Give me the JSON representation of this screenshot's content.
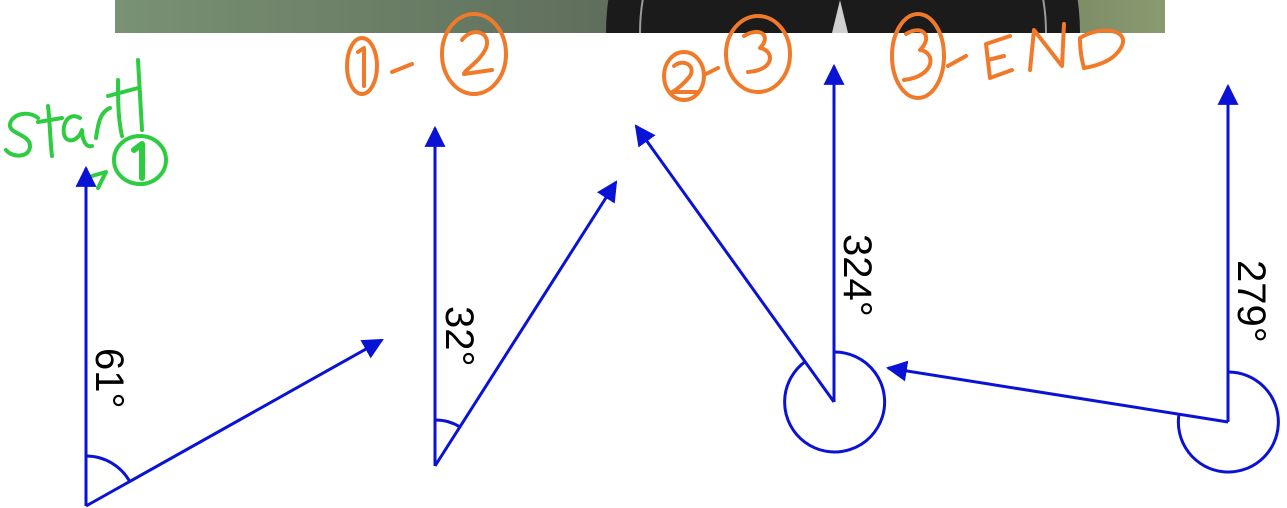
{
  "colors": {
    "vector": "#0a12d6",
    "label": "#000000",
    "ink_green": "#2ecc40",
    "ink_orange": "#f07a2a"
  },
  "handwriting": {
    "start": "Start",
    "start_point": "1",
    "leg_1_2": "1 - 2",
    "leg_2_3": "2 - 3",
    "leg_3_end": "3 - END"
  },
  "bearings": [
    {
      "id": "b1",
      "label": "61°",
      "degrees": 61
    },
    {
      "id": "b2",
      "label": "32°",
      "degrees": 32
    },
    {
      "id": "b3",
      "label": "324°",
      "degrees": 324
    },
    {
      "id": "b4",
      "label": "279°",
      "degrees": 279
    }
  ]
}
